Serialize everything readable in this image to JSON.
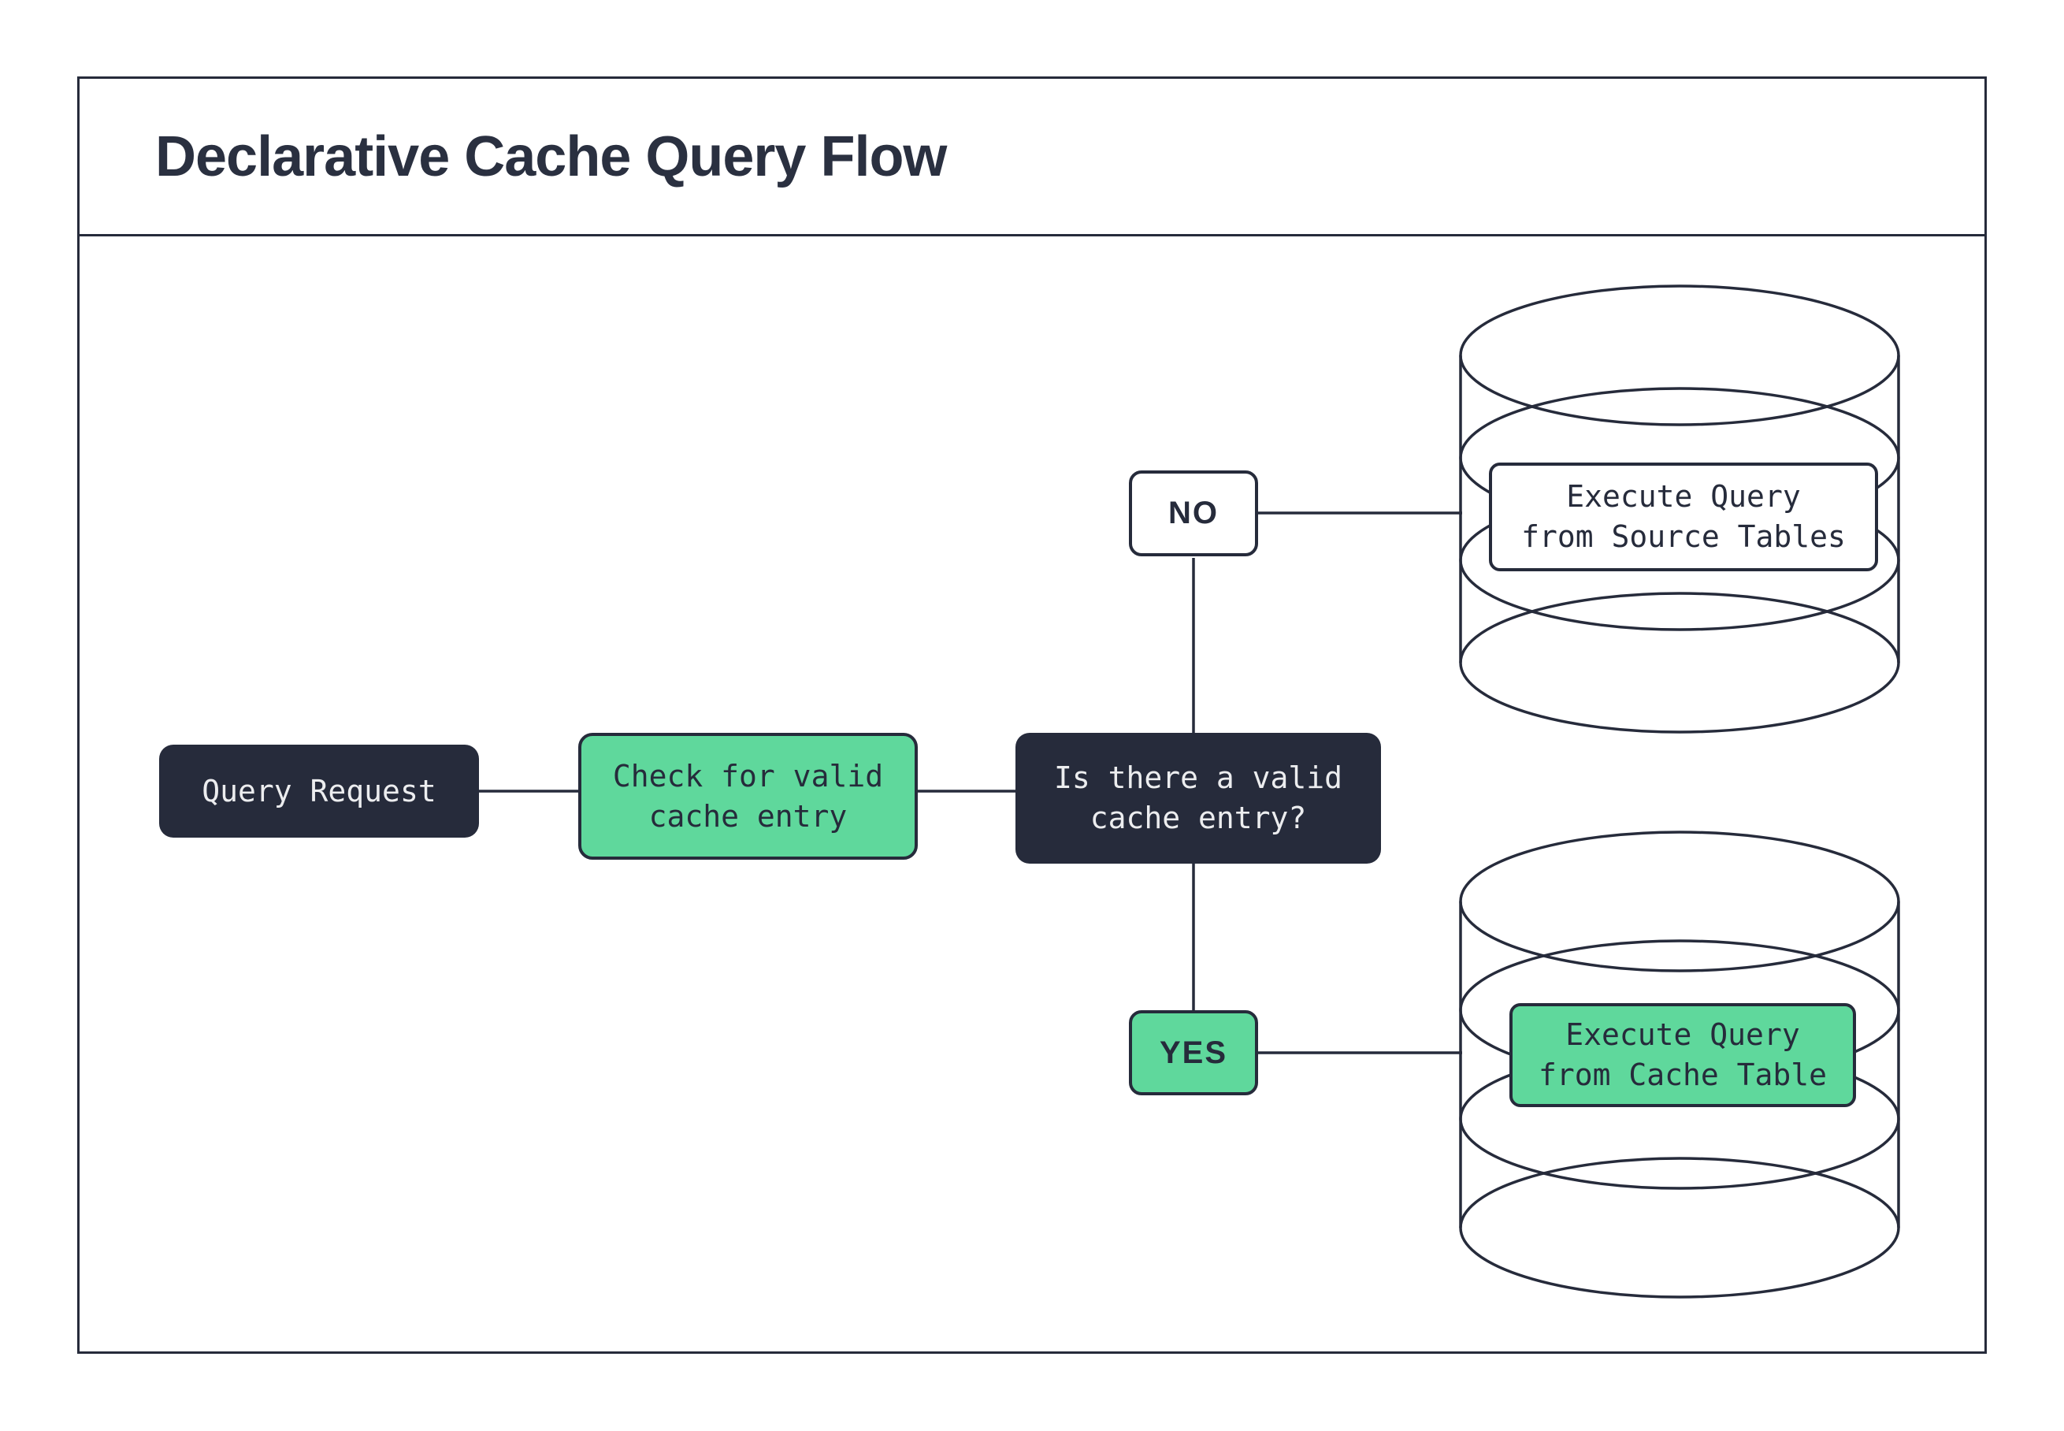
{
  "title": "Declarative Cache Query Flow",
  "colors": {
    "dark_navy": "#262b3b",
    "green": "#5fd89c",
    "light_text": "#ecedef",
    "background": "#ffffff"
  },
  "nodes": {
    "query_request": {
      "lines": [
        "Query Request"
      ]
    },
    "check_cache": {
      "lines": [
        "Check for valid",
        "cache entry"
      ]
    },
    "decision": {
      "lines": [
        "Is there a valid",
        "cache entry?"
      ]
    },
    "no_branch": {
      "label": "NO"
    },
    "yes_branch": {
      "label": "YES"
    },
    "source_db": {
      "lines": [
        "Execute Query",
        "from Source Tables"
      ]
    },
    "cache_db": {
      "lines": [
        "Execute Query",
        "from Cache Table"
      ]
    }
  }
}
